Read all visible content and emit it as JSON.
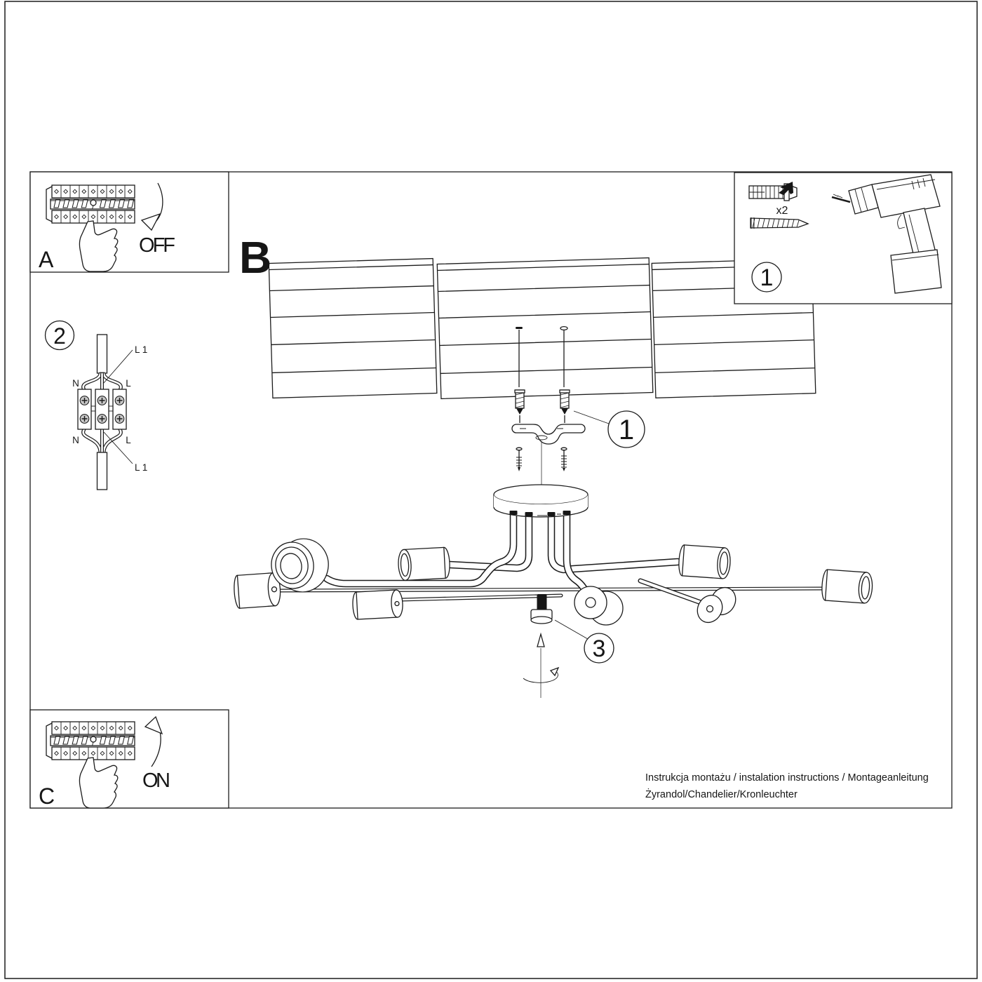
{
  "document": {
    "footer": {
      "line1": "Instrukcja montażu / instalation instructions / Montageanleitung",
      "line2": "Żyrandol/Chandelier/Kronleuchter"
    }
  },
  "sections": {
    "a": {
      "label": "A",
      "state": "OFF"
    },
    "b": {
      "label": "B"
    },
    "c": {
      "label": "C",
      "state": "ON"
    }
  },
  "badges": {
    "step1": "1",
    "step2": "2",
    "step3": "3",
    "tools": "1"
  },
  "tools": {
    "quantity": "x2"
  },
  "wiring": {
    "n_top": "N",
    "l_top": "L",
    "l1_top": "L 1",
    "n_bottom": "N",
    "l_bottom": "L",
    "l1_bottom": "L 1"
  },
  "colors": {
    "line": "#1c1c1c",
    "screw_fill": "#c8c8c8",
    "axis_gray": "#8a8a8a"
  }
}
